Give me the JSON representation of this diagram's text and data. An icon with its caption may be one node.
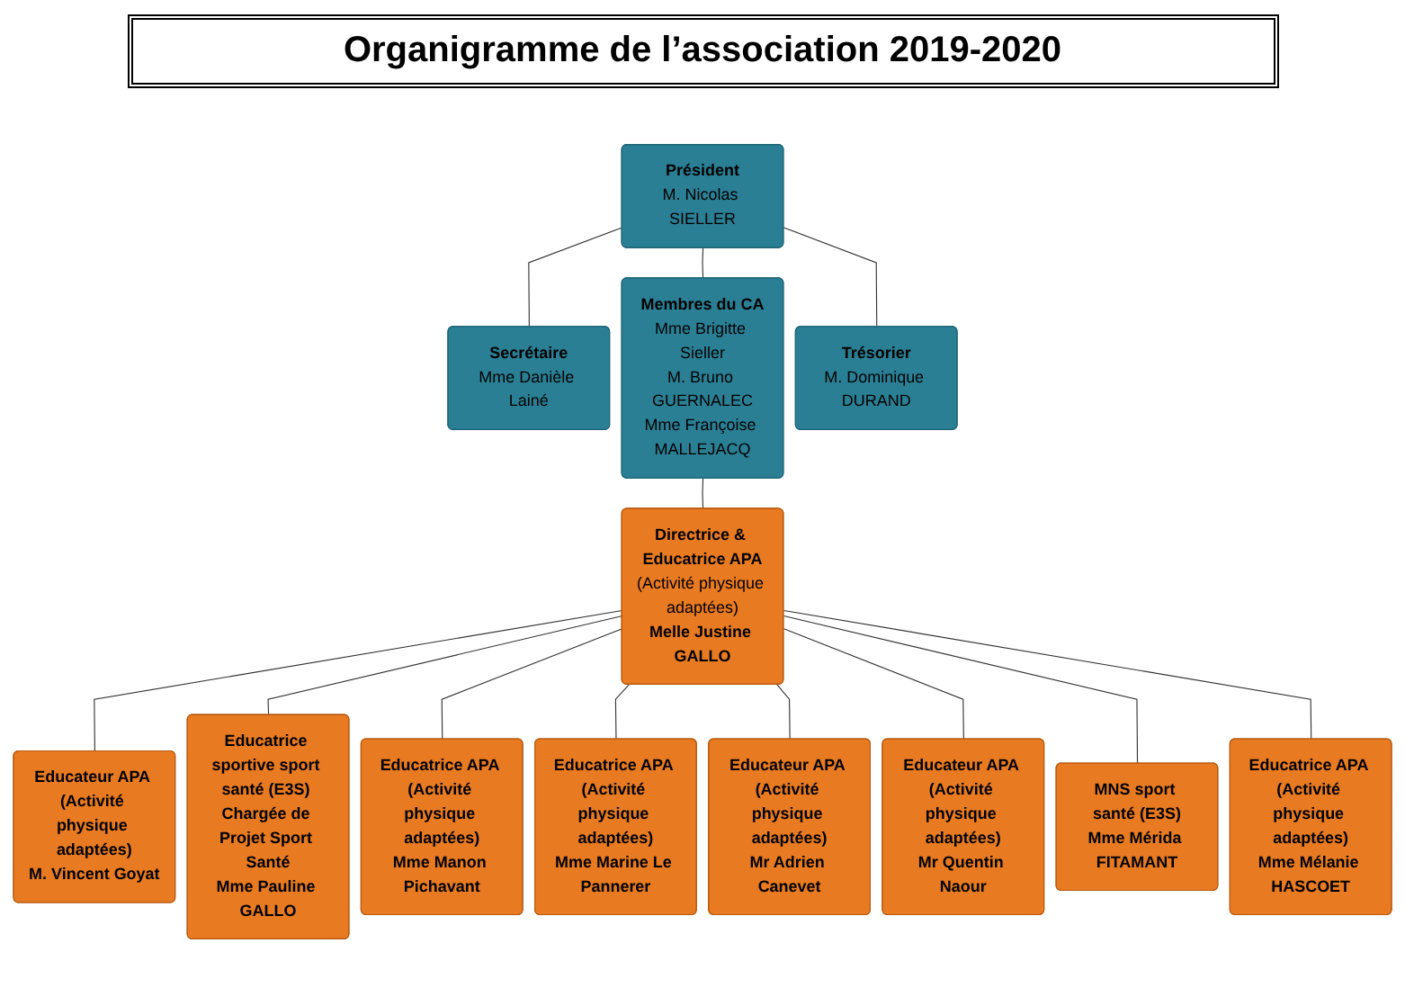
{
  "diagram": {
    "title": "Organigramme de l’association 2019-2020",
    "nodes": [
      {
        "text": [
          "Président",
          "M. Nicolas SIELLER"
        ]
      },
      {
        "text": [
          "Secrétaire",
          "Mme Danièle Lainé"
        ]
      },
      {
        "text": [
          "Membres du CA",
          "Mme Brigitte Sieller",
          "M. Bruno GUERNALEC",
          "Mme Françoise MALLEJACQ"
        ]
      },
      {
        "text": [
          "Trésorier",
          "M. Dominique DURAND"
        ]
      },
      {
        "text": [
          "Directrice & Educatrice APA",
          "(Activité physique adaptées)",
          "Melle Justine GALLO"
        ]
      },
      {
        "text": [
          "Educateur APA (Activité physique adaptées)",
          "M. Vincent Goyat"
        ]
      },
      {
        "text": [
          "Educatrice sportive sport santé (E3S) Chargée de Projet Sport Santé",
          "Mme Pauline GALLO"
        ]
      },
      {
        "text": [
          "Educatrice APA (Activité physique adaptées)",
          "Mme Manon Pichavant"
        ]
      },
      {
        "text": [
          "Educatrice APA (Activité physique adaptées)",
          "Mme Marine Le Pannerer"
        ]
      },
      {
        "text": [
          "Educateur APA (Activité physique adaptées)",
          "Mr Adrien Canevet"
        ]
      },
      {
        "text": [
          "Educateur APA (Activité physique adaptées)",
          "Mr Quentin Naour"
        ]
      },
      {
        "text": [
          "MNS sport santé (E3S)",
          "Mme Mérida FITAMANT"
        ]
      },
      {
        "text": [
          "Educatrice APA (Activité physique adaptées)",
          "Mme Mélanie HASCOET"
        ]
      }
    ],
    "edges": [
      {
        "from": 0,
        "to": 1,
        "arrow": "none"
      },
      {
        "from": 0,
        "to": 2,
        "arrow": "none"
      },
      {
        "from": 0,
        "to": 3,
        "arrow": "none"
      },
      {
        "from": 2,
        "to": 4,
        "arrow": "none"
      },
      {
        "from": 4,
        "to": 5,
        "arrow": "none"
      },
      {
        "from": 4,
        "to": 6,
        "arrow": "none"
      },
      {
        "from": 4,
        "to": 7,
        "arrow": "none"
      },
      {
        "from": 4,
        "to": 8,
        "arrow": "none"
      },
      {
        "from": 4,
        "to": 9,
        "arrow": "none"
      },
      {
        "from": 4,
        "to": 10,
        "arrow": "none"
      },
      {
        "from": 4,
        "to": 11,
        "arrow": "none"
      },
      {
        "from": 4,
        "to": 12,
        "arrow": "none"
      }
    ]
  }
}
